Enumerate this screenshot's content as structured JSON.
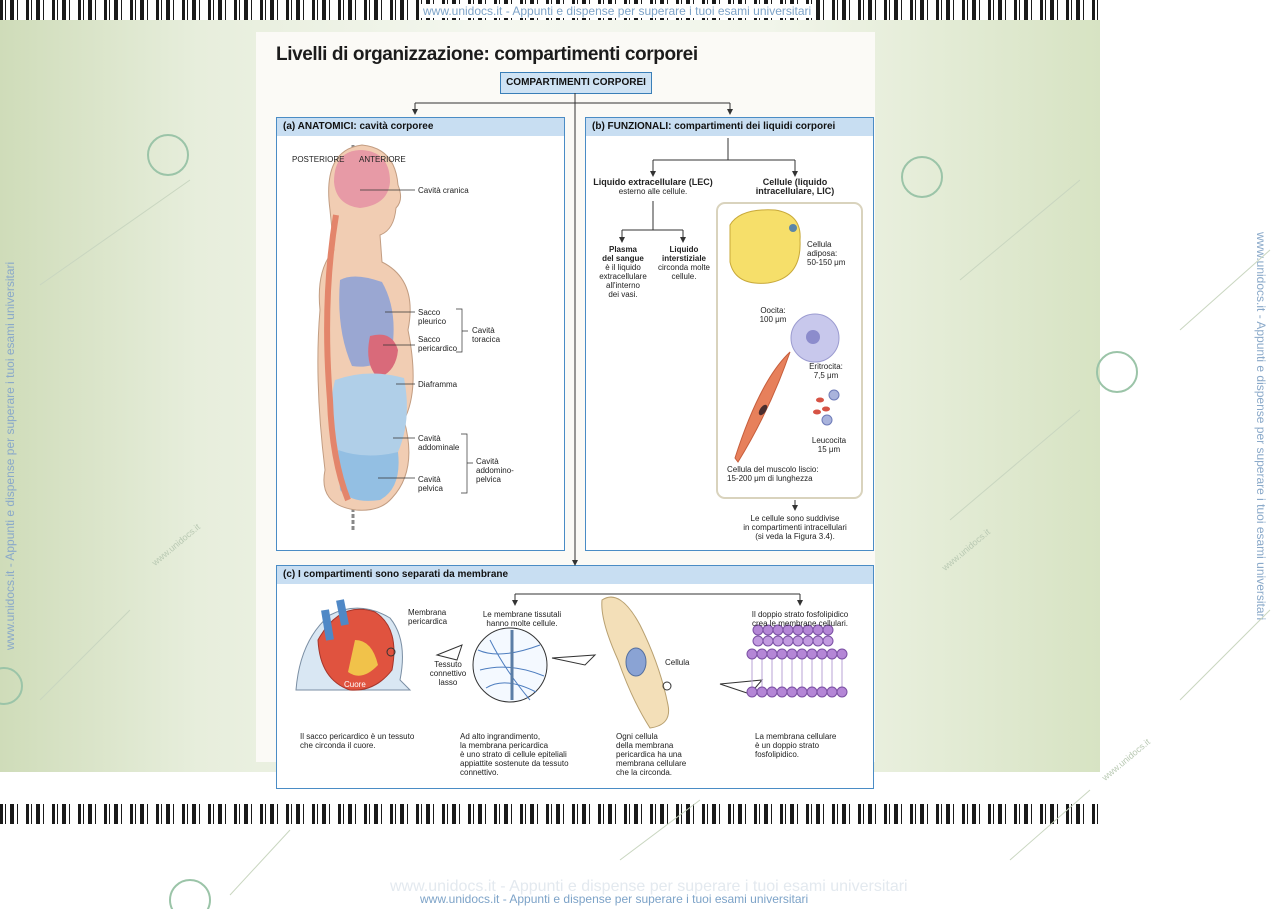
{
  "watermark": {
    "top": "www.unidocs.it - Appunti e dispense per superare i tuoi esami universitari",
    "bottom": "www.unidocs.it - Appunti e dispense per superare i tuoi esami universitari",
    "bottom_faint": "www.unidocs.it - Appunti e dispense per superare i tuoi esami universitari",
    "left_vertical": "www.unidocs.it - Appunti e dispense per superare i tuoi esami universitari",
    "right_vertical": "www.unidocs.it - Appunti e dispense per superare i tuoi esami universitari",
    "diagonal": "www.unidocs.it"
  },
  "diagram": {
    "title": "Livelli di organizzazione: compartimenti corporei",
    "root": "COMPARTIMENTI CORPOREI",
    "panel_a": {
      "header": "(a) ANATOMICI: cavità corporee",
      "posteriore": "POSTERIORE",
      "anteriore": "ANTERIORE",
      "cavita_cranica": "Cavità cranica",
      "sacco_pleurico": [
        "Sacco",
        "pleurico"
      ],
      "sacco_pericardico": [
        "Sacco",
        "pericardico"
      ],
      "cavita_toracica": [
        "Cavità",
        "toracica"
      ],
      "diaframma": "Diaframma",
      "cavita_addominale": [
        "Cavità",
        "addominale"
      ],
      "cavita_pelvica": [
        "Cavità",
        "pelvica"
      ],
      "cavita_addomino_pelvica": [
        "Cavità",
        "addomino-",
        "pelvica"
      ]
    },
    "panel_b": {
      "header": "(b) FUNZIONALI: compartimenti dei liquidi corporei",
      "lec_title": "Liquido extracellulare (LEC)",
      "lec_sub": "esterno alle cellule.",
      "lic_title": [
        "Cellule (liquido",
        "intracellulare, LIC)"
      ],
      "plasma": [
        "Plasma",
        "del sangue",
        "è il liquido",
        "extracellulare",
        "all'interno",
        "dei vasi."
      ],
      "interstiziale": [
        "Liquido",
        "interstiziale",
        "circonda molte",
        "cellule."
      ],
      "adiposa": [
        "Cellula",
        "adiposa:",
        "50-150 μm"
      ],
      "oocita": [
        "Oocita:",
        "100 μm"
      ],
      "eritrocita": [
        "Eritrocita:",
        "7,5 μm"
      ],
      "leucocita": [
        "Leucocita",
        "15 μm"
      ],
      "muscolo": [
        "Cellula del muscolo liscio:",
        "15-200 μm di lunghezza"
      ],
      "suddivise": [
        "Le cellule sono suddivise",
        "in compartimenti intracellulari",
        "(si veda la Figura 3.4)."
      ]
    },
    "panel_c": {
      "header": "(c) I compartimenti sono separati da membrane",
      "membrana_pericardica": [
        "Membrana",
        "pericardica"
      ],
      "cuore": "Cuore",
      "membrane_tissutali": [
        "Le membrane tissutali",
        "hanno molte cellule."
      ],
      "tessuto": [
        "Tessuto",
        "connettivo",
        "lasso"
      ],
      "cellula": "Cellula",
      "doppio_strato": [
        "Il doppio strato fosfolipidico",
        "crea le membrane cellulari."
      ],
      "sacco_text": [
        "Il sacco pericardico è un tessuto",
        "che circonda il cuore."
      ],
      "ingrandimento": [
        "Ad alto ingrandimento,",
        "la membrana pericardica",
        "è uno strato di cellule epiteliali",
        "appiattite sostenute da tessuto",
        "connettivo."
      ],
      "ogni_cellula": [
        "Ogni cellula",
        "della membrana",
        "pericardica ha una",
        "membrana cellulare",
        "che la circonda."
      ],
      "membrana_cellulare": [
        "La membrana cellulare",
        "è un doppio strato",
        "fosfolipidico."
      ]
    }
  }
}
